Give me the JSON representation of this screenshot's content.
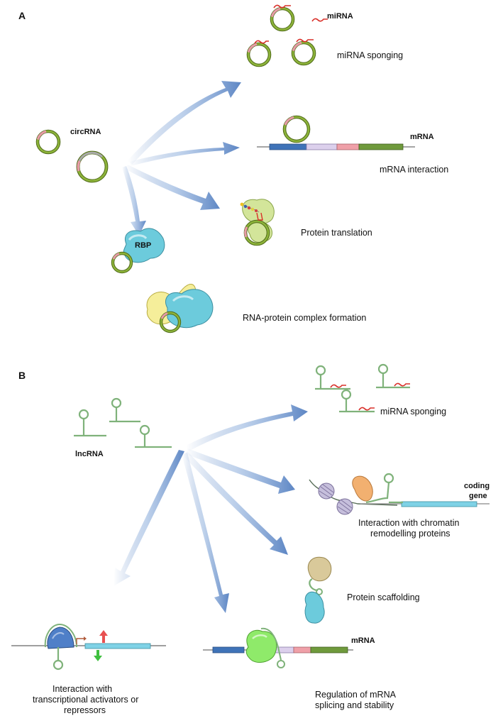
{
  "panel_a": {
    "letter": "A",
    "labels": {
      "circrna": "circRNA",
      "mirna": "miRNA",
      "mirna_sponging": "miRNA sponging",
      "mrna": "mRNA",
      "mrna_interaction": "mRNA interaction",
      "protein_translation": "Protein translation",
      "rbp": "RBP",
      "rna_protein_complex": "RNA-protein complex formation"
    }
  },
  "panel_b": {
    "letter": "B",
    "labels": {
      "lncrna": "lncRNA",
      "mirna_sponging": "miRNA sponging",
      "coding_gene_line1": "coding",
      "coding_gene_line2": "gene",
      "chromatin_line1": "Interaction with chromatin",
      "chromatin_line2": "remodelling proteins",
      "protein_scaffolding": "Protein scaffolding",
      "transcriptional_line1": "Interaction with",
      "transcriptional_line2": "transcriptional activators or",
      "transcriptional_line3": "repressors",
      "mrna": "mRNA",
      "splicing_line1": "Regulation of mRNA",
      "splicing_line2": "splicing and stability"
    }
  },
  "colors": {
    "circ_ring": "#6b8e23",
    "circ_segment": "#e79aa6",
    "mirna": "#d9302a",
    "lnc": "#7fb27a",
    "arrow": "#5d86c4",
    "rbp": "#6ccbdc",
    "yellow_protein": "#f5ee9a",
    "mrna_blue": "#3f73b8",
    "mrna_lilac": "#dcd0ec",
    "mrna_pink": "#efa0a8",
    "mrna_green": "#6f9a3c",
    "gene_cyan": "#7fd2e6",
    "nucleosome": "#c6bfdc",
    "orange_protein": "#f2b070",
    "tan_protein": "#d9c99a",
    "ribosome": "#8fea6a",
    "activator": "#4f7fc8"
  }
}
